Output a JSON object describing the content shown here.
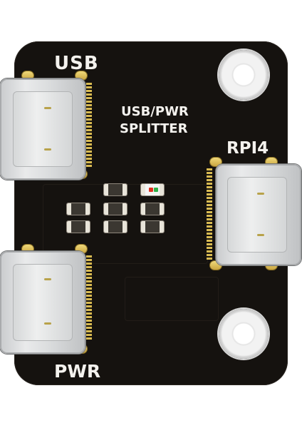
{
  "board": {
    "labels": {
      "usb": "USB",
      "title_line1": "USB/PWR",
      "title_line2": "SPLITTER",
      "rpi4": "RPI4",
      "pwr": "PWR"
    }
  },
  "colors": {
    "pcb": "#15120f",
    "silkscreen": "#f4f2ee",
    "gold_pad": "#d9bb52",
    "connector_steel": "#d5d7d8",
    "led_red": "#e03020",
    "led_green": "#2fb04a"
  },
  "icons": [
    "mounting-hole",
    "usb-c-connector",
    "smd-resistor",
    "smd-led"
  ]
}
